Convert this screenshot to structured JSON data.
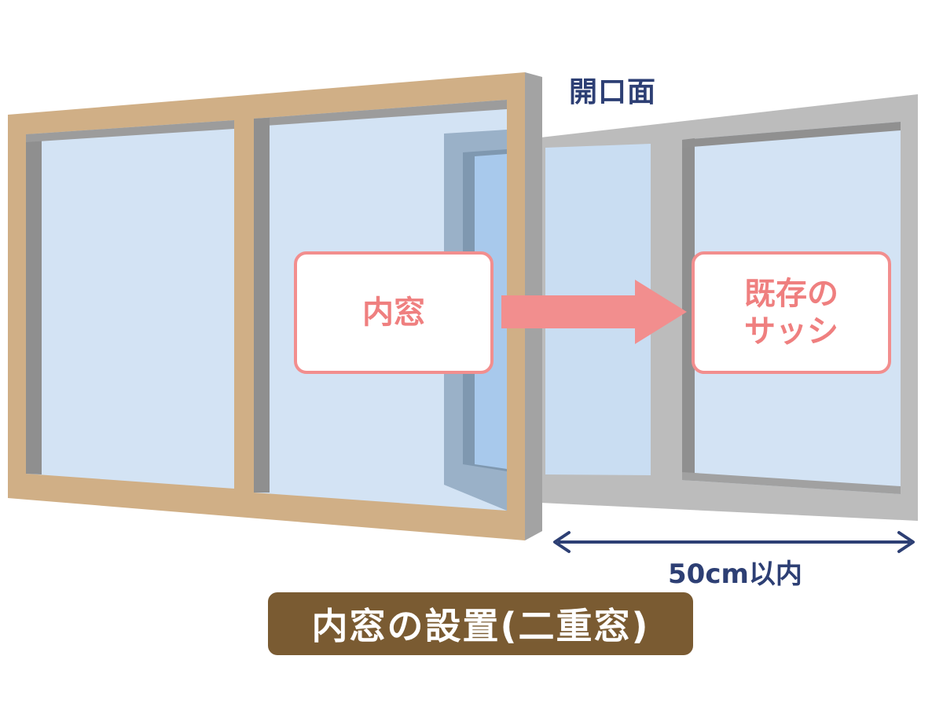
{
  "labels": {
    "opening_surface": "開口面",
    "inner_window": "内窓",
    "existing_sash": "既存の\nサッシ",
    "distance": "50cm以内",
    "caption": "内窓の設置(二重窓)"
  },
  "colors": {
    "inner_frame": "#d0af86",
    "inner_frame_edge": "#8d8d8d",
    "existing_frame": "#bcbcbc",
    "existing_frame_edge": "#8d8d8d",
    "glass_light": "#d3e3f4",
    "glass_blue": "#a8c9ec",
    "label_border": "#f28e8e",
    "label_text": "#ef7f7f",
    "navy": "#2d3f74",
    "caption_bg": "#7a5b32"
  }
}
